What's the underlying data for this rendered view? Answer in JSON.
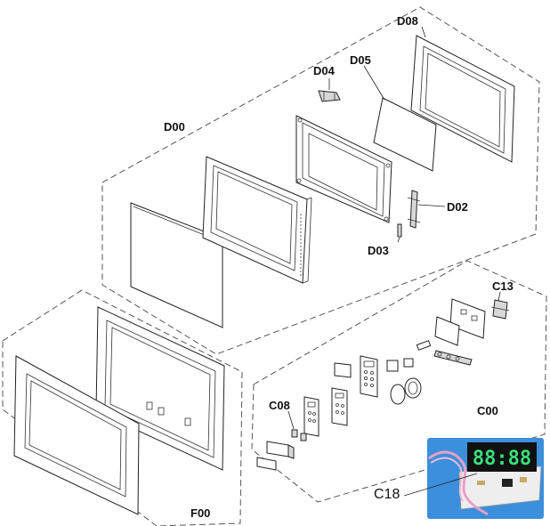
{
  "labels": {
    "d00": "D00",
    "d02": "D02",
    "d03": "D03",
    "d04": "D04",
    "d05": "D05",
    "d08": "D08",
    "c00": "C00",
    "c08": "C08",
    "c13": "C13",
    "c18": "C18",
    "f00": "F00"
  },
  "colors": {
    "photo_background": "#3b8fdb",
    "display_segments": "#36e07a",
    "pcb": "#eeeeee",
    "wire_bundle": "#e8a0c8"
  },
  "display": {
    "time": "88:88"
  }
}
